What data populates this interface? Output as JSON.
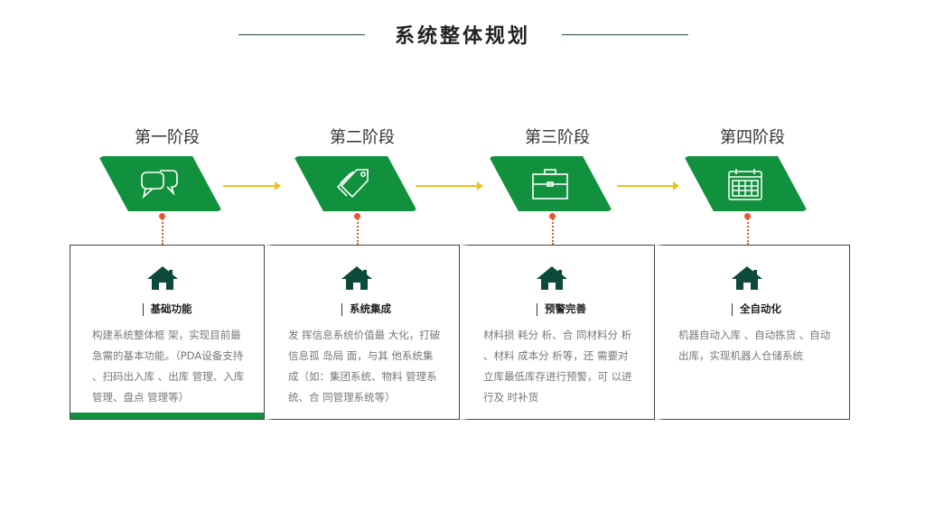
{
  "title": "系统整体规划",
  "colors": {
    "green": "#11913e",
    "house": "#0d4a3c",
    "arrow": "#f0c020",
    "dot": "#e8572a"
  },
  "stages": [
    {
      "label": "第一阶段",
      "icon": "chat-bubbles-icon",
      "card_title": "基础功能",
      "card_body": "构建系统整体框 架，实现目前最 急需的基本功能。（PDA设备支持 、扫码出入库 、出库 管理、入库 管理、盘点 管理等）"
    },
    {
      "label": "第二阶段",
      "icon": "tags-icon",
      "card_title": "系统集成",
      "card_body": "发 挥信息系统价值最 大化，打破信息孤 岛局 面，与其 他系统集成（如：集团系统、物料 管理系统、合 同管理系统等）"
    },
    {
      "label": "第三阶段",
      "icon": "briefcase-icon",
      "card_title": "预警完善",
      "card_body": "材料损 耗分 析、合 同材料分 析 、材料 成本分 析等，还 需要对立库最低库存进行预警，可 以进 行及 时补货"
    },
    {
      "label": "第四阶段",
      "icon": "calendar-icon",
      "card_title": "全自动化",
      "card_body": "机器自动入库 、自动拣货 、自动出库，实现机器人仓储系统"
    }
  ]
}
